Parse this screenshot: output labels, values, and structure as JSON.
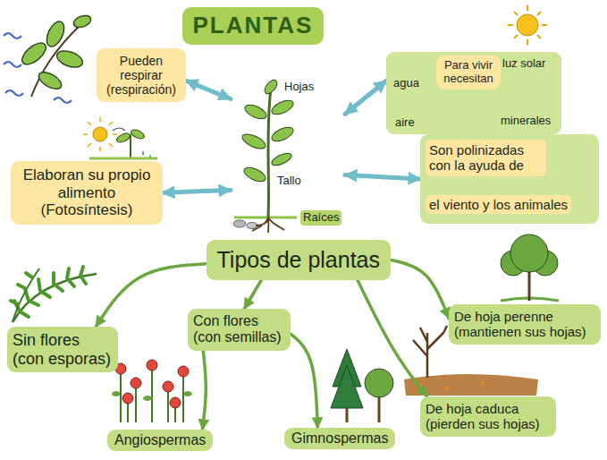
{
  "diagram": {
    "title": "PLANTAS",
    "nodes": [
      {
        "text": [
          "Hojas",
          "Tallo",
          "Raíces"
        ]
      },
      {
        "text": [
          "Pueden respirar (respiración)"
        ]
      },
      {
        "text": [
          "Elaboran su propio alimento (Fotosíntesis)"
        ]
      },
      {
        "text": [
          "agua",
          "aire",
          "luz solar",
          "minerales"
        ]
      },
      {
        "text": [
          "Para vivir necesitan"
        ],
        "in": 3
      },
      {
        "text": [
          "Son polinizadas con la ayuda de",
          "el viento y los animales"
        ]
      },
      {
        "text": [
          "Tipos de plantas"
        ]
      },
      {
        "text": [
          "Sin flores (con esporas)"
        ]
      },
      {
        "text": [
          "Con flores (con semillas)"
        ]
      },
      {
        "text": [
          "Angiospermas"
        ]
      },
      {
        "text": [
          "Gimnospermas"
        ]
      },
      {
        "text": [
          "De hoja caduca (pierden sus hojas)"
        ]
      },
      {
        "text": [
          "De hoja perenne (mantienen sus hojas)"
        ]
      }
    ],
    "edges": [
      {
        "from": 0,
        "to": 1,
        "arrow": "both"
      },
      {
        "from": 0,
        "to": 2,
        "arrow": "both"
      },
      {
        "from": 0,
        "to": 3,
        "arrow": "both"
      },
      {
        "from": 0,
        "to": 5,
        "arrow": "both"
      },
      {
        "from": 6,
        "to": 7,
        "arrow": "to"
      },
      {
        "from": 6,
        "to": 8,
        "arrow": "to"
      },
      {
        "from": 6,
        "to": 11,
        "arrow": "to"
      },
      {
        "from": 6,
        "to": 12,
        "arrow": "to"
      },
      {
        "from": 8,
        "to": 9,
        "arrow": "to"
      },
      {
        "from": 8,
        "to": 10,
        "arrow": "to"
      }
    ]
  }
}
